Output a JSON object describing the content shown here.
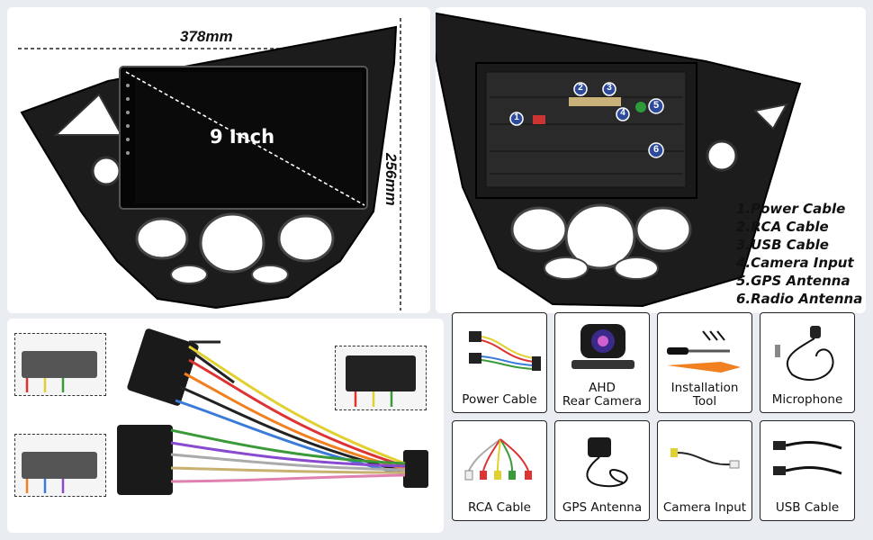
{
  "dimensions": {
    "width_label": "378mm",
    "height_label": "256mm",
    "screen_label": "9 Inch"
  },
  "parts_list": [
    "1.Power Cable",
    "2.RCA Cable",
    "3.USB Cable",
    "4.Camera Input",
    "5.GPS Antenna",
    "6.Radio Antenna"
  ],
  "callout_numbers": [
    "1",
    "2",
    "3",
    "4",
    "5",
    "6"
  ],
  "accessories": {
    "power_cable": "Power Cable",
    "ahd_camera_line1": "AHD",
    "ahd_camera_line2": "Rear Camera",
    "install_tool_line1": "Installation",
    "install_tool_line2": "Tool",
    "microphone": "Microphone",
    "rca_cable": "RCA Cable",
    "gps_antenna": "GPS Antenna",
    "camera_input": "Camera Input",
    "usb_cable": "USB Cable"
  },
  "colors": {
    "background": "#e9ecf1",
    "panel_black": "#1c1c1c",
    "callout_blue": "#2d4a9c",
    "gps_green": "#2e9a3a"
  }
}
